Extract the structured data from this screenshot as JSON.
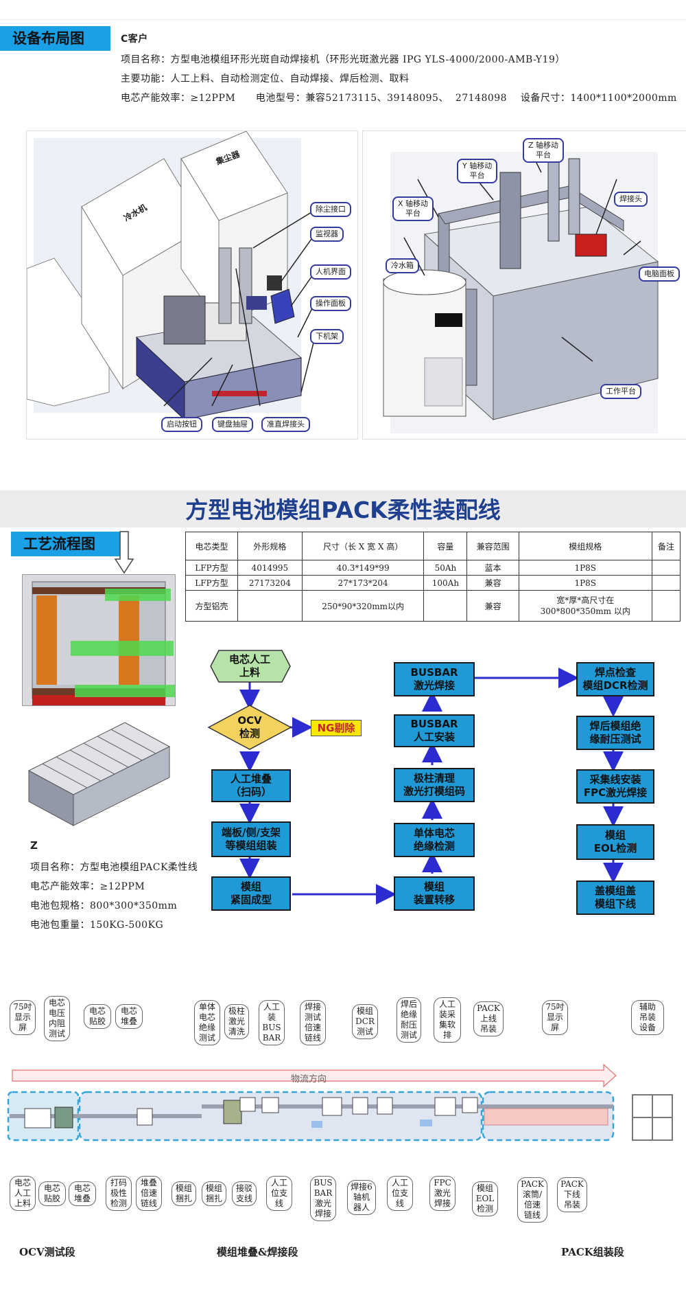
{
  "section1": {
    "tag": "设备布局图",
    "customer": "C客户",
    "line1": "项目名称：方型电池模组环形光斑自动焊接机（环形光斑激光器 IPG YLS-4000/2000-AMB-Y19）",
    "line2": "主要功能：人工上料、自动检测定位、自动焊接、焊后检测、取料",
    "line3": "电芯产能效率：≥12PPM      电池型号：兼容52173115、39148095、  27148098    设备尺寸：1400*1100*2000mm",
    "left_box1": "冷水机",
    "left_box2": "集尘器",
    "left_callouts": [
      "除尘接口",
      "监视器",
      "人机界面",
      "操作面板",
      "下机架",
      "启动按钮",
      "键盘抽屉",
      "准直焊接头"
    ],
    "right_callouts": [
      "X 轴移动\n平台",
      "Y 轴移动\n平台",
      "Z 轴移动\n平台",
      "焊接头",
      "冷水箱",
      "电脑面板",
      "工作平台"
    ]
  },
  "section2": {
    "banner_title": "方型电池模组PACK柔性装配线",
    "tag": "工艺流程图",
    "table": {
      "headers": [
        "电芯类型",
        "外形规格",
        "尺寸（长 X 宽 X 高）",
        "容量",
        "兼容范围",
        "模组规格",
        "备注"
      ],
      "rows": [
        [
          "LFP方型",
          "4014995",
          "40.3*149*99",
          "50Ah",
          "蓝本",
          "1P8S",
          ""
        ],
        [
          "LFP方型",
          "27173204",
          "27*173*204",
          "100Ah",
          "兼容",
          "1P8S",
          ""
        ],
        [
          "方型铝壳",
          "",
          "250*90*320mm以内",
          "",
          "兼容",
          "宽*厚*高尺寸在\n300*800*350mm 以内",
          ""
        ]
      ]
    },
    "info_z": "Z",
    "info_lines": [
      "项目名称：方型电池模组PACK柔性线",
      "电芯产能效率：≥12PPM",
      "电池包规格：800*300*350mm",
      "电池包重量：150KG-500KG"
    ],
    "flow": {
      "start": "电芯人工\n上料",
      "ocv": "OCV\n检测",
      "ng": "NG剔除",
      "col1": [
        "人工堆叠\n（扫码）",
        "端板/侧/支架\n等模组组装",
        "模组\n紧固成型"
      ],
      "col2": [
        "BUSBAR\n激光焊接",
        "BUSBAR\n人工安装",
        "极柱清理\n激光打模组码",
        "单体电芯\n绝缘检测",
        "模组\n装置转移"
      ],
      "col3": [
        "焊点检查\n模组DCR检测",
        "焊后模组绝\n缘耐压测试",
        "采集线安装\nFPC激光焊接",
        "模组\nEOL检测",
        "盖模组盖\n模组下线"
      ]
    },
    "fill_colors": {
      "box": "#1f9ad6",
      "ocv": "#f3d35e",
      "start": "#b6e3a8",
      "ng": "#f7e600",
      "arrow": "#2b2bd0"
    }
  },
  "section3": {
    "top_labels": [
      "75吋\n显示\n屏",
      "电芯\n电压\n内阻\n测试",
      "电芯\n贴胶",
      "电芯\n堆叠",
      "单体\n电芯\n绝缘\n测试",
      "极柱\n激光\n清洗",
      "人工\n装\nBUS\nBAR",
      "焊接\n测试\n倍速\n链线",
      "模组\nDCR\n测试",
      "焊后\n绝缘\n耐压\n测试",
      "人工\n装采\n集软\n排",
      "PACK\n上线\n吊装",
      "75吋\n显示\n屏",
      "辅助\n吊装\n设备"
    ],
    "flow_label": "物流方向",
    "bottom_labels": [
      "电芯\n人工\n上料",
      "电芯\n贴胶",
      "电芯\n堆叠",
      "打码\n极性\n检测",
      "堆叠\n倍速\n链线",
      "模组\n捆扎",
      "模组\n捆扎",
      "接驳\n支线",
      "人工\n位支\n线",
      "BUS\nBAR\n激光\n焊接",
      "焊接6\n轴机\n器人",
      "人工\n位支\n线",
      "FPC\n激光\n焊接",
      "模组\nEOL\n检测",
      "PACK\n滚筒/\n倍速\n链线",
      "PACK\n下线\n吊装"
    ],
    "segments": [
      "OCV测试段",
      "模组堆叠&焊接段",
      "PACK组装段"
    ]
  }
}
